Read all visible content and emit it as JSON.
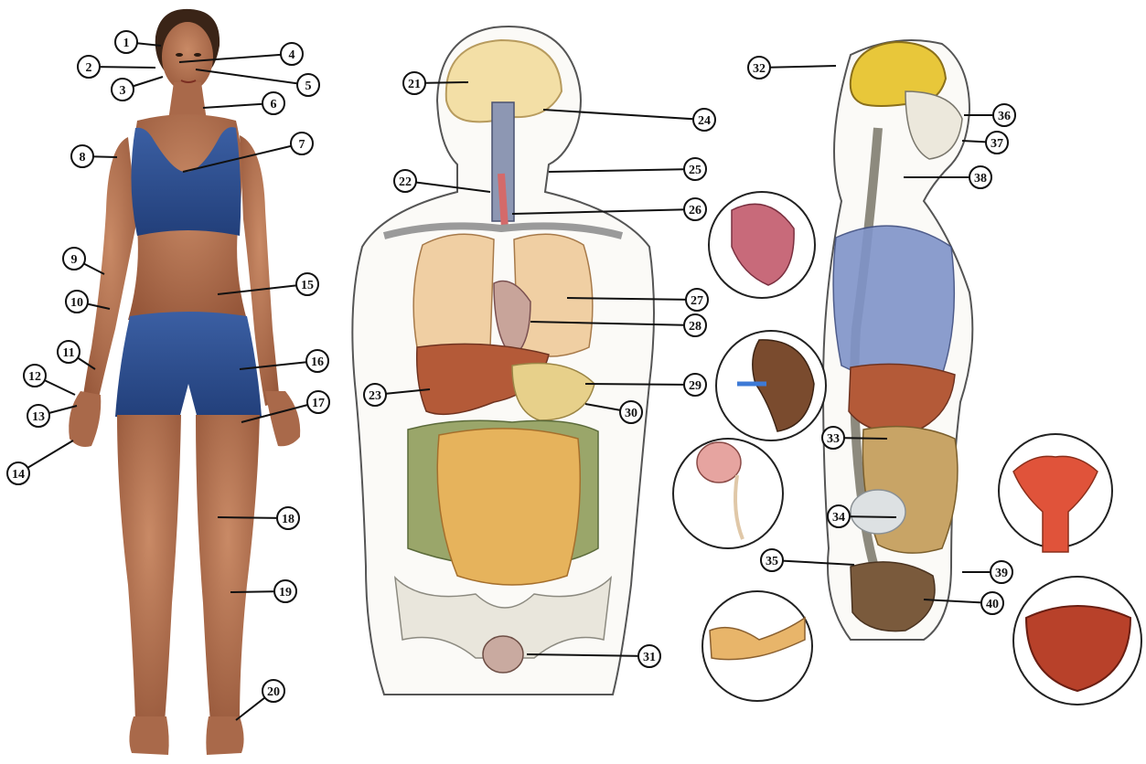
{
  "labels": [
    "1",
    "2",
    "3",
    "4",
    "5",
    "6",
    "7",
    "8",
    "9",
    "10",
    "11",
    "12",
    "13",
    "14",
    "15",
    "16",
    "17",
    "18",
    "19",
    "20",
    "21",
    "22",
    "23",
    "24",
    "25",
    "26",
    "27",
    "28",
    "29",
    "30",
    "31",
    "32",
    "33",
    "34",
    "35",
    "36",
    "37",
    "38",
    "39",
    "40"
  ],
  "colors": {
    "skin": "#b77755",
    "skin_shadow": "#8e5236",
    "hair": "#3a2417",
    "clothing": "#2d4d8c",
    "clothing_dark": "#1f3a6e",
    "brain": "#f3dfa6",
    "brain_yellow": "#e8c73a",
    "lung": "#f0cfa3",
    "liver": "#b45a38",
    "intestine": "#e6b35c",
    "colon": "#9aa66a",
    "bone": "#e9e6dc",
    "rib_blue": "#7f93c9",
    "kidney": "#7a4b2e",
    "uterus": "#e0533a",
    "outline": "#333333",
    "callout_line": "#111111"
  },
  "icons": [
    "female-body-figure",
    "front-anatomy-illustration",
    "side-anatomy-illustration",
    "spleen-inset",
    "kidney-inset",
    "ovary-inset",
    "fallopian-inset",
    "uterus-inset",
    "bladder-inset"
  ]
}
